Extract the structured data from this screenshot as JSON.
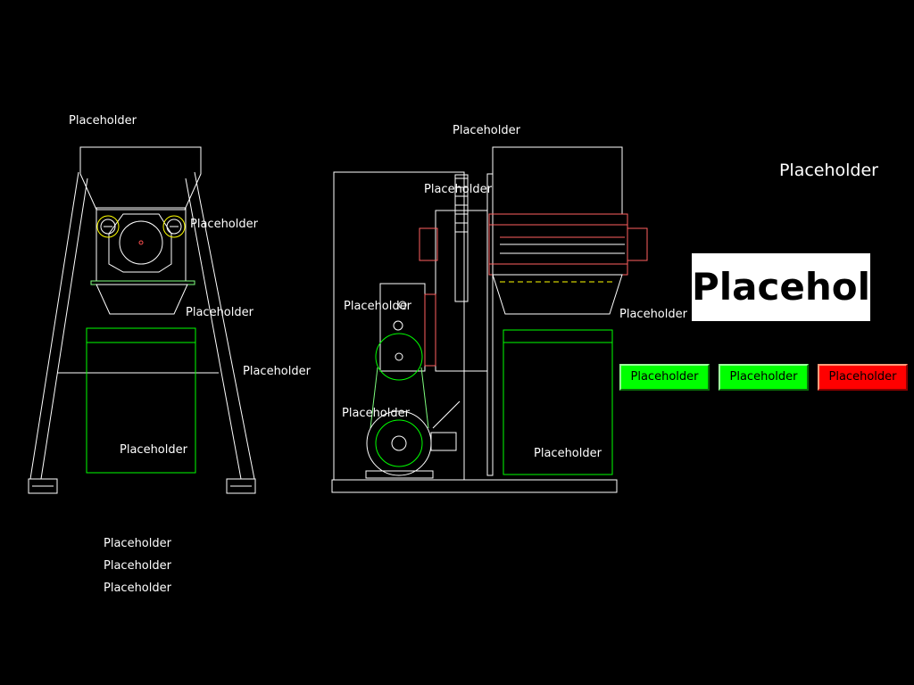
{
  "title": "Placeholder",
  "brand": "Placeholder",
  "buttons": {
    "granulate": "Placeholder",
    "feed": "Placeholder",
    "shutdown": "Placeholder"
  },
  "left_view": {
    "inlet": "Placeholder",
    "valve": "Placeholder",
    "outlet": "Placeholder",
    "frame": "Placeholder",
    "bucket": "Placeholder"
  },
  "right_view": {
    "inlet": "Placeholder",
    "belt": "Placeholder",
    "reducer": "Placeholder",
    "motor": "Placeholder",
    "outlet": "Placeholder",
    "bucket": "Placeholder"
  },
  "steps": [
    "Placeholder",
    "Placeholder",
    "Placeholder"
  ]
}
